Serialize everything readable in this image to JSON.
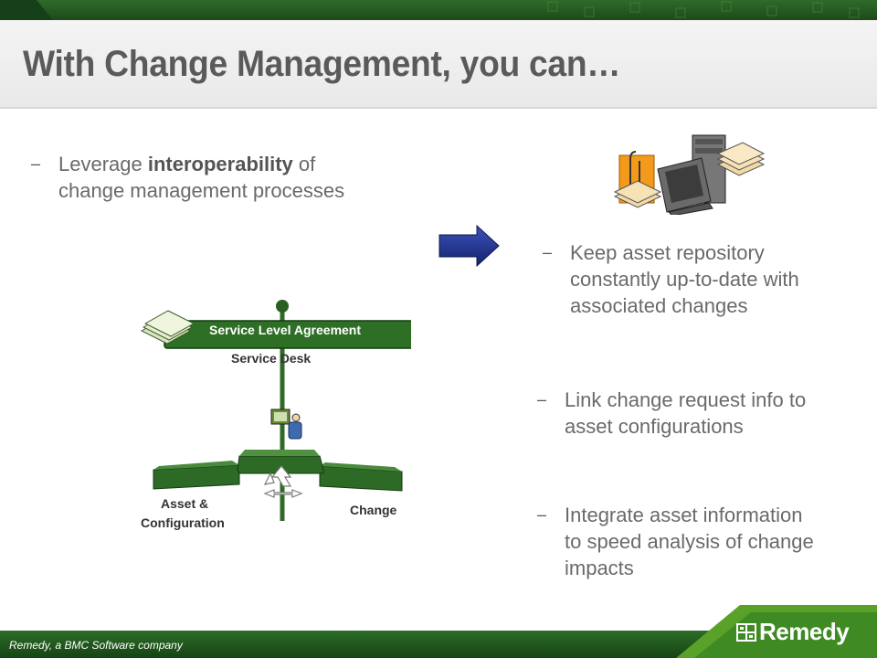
{
  "slide": {
    "title": "With Change Management, you can…"
  },
  "left": {
    "bullet_pre": "Leverage ",
    "bullet_bold": "interoperability",
    "bullet_post": " of",
    "bullet_line2": "change management processes"
  },
  "right": {
    "bullets": [
      {
        "line1": "Keep asset repository",
        "line2": "constantly up-to-date with",
        "line3": "associated changes"
      },
      {
        "line1": "Link change request info to",
        "line2": "asset configurations"
      },
      {
        "line1": "Integrate asset information",
        "line2": "to speed analysis of change",
        "line3": "impacts"
      }
    ]
  },
  "diagram": {
    "sla_label": "Service Level Agreement",
    "service_desk_label": "Service  Desk",
    "asset_label_1": "Asset &",
    "asset_label_2": "Configuration",
    "change_label": "Change"
  },
  "footer": {
    "tagline": "Remedy, a BMC Software company",
    "logo_text": "Remedy"
  },
  "colors": {
    "brand_green": "#2c6b27",
    "arrow_blue": "#1b2e84",
    "text_gray": "#6a6a6a"
  }
}
